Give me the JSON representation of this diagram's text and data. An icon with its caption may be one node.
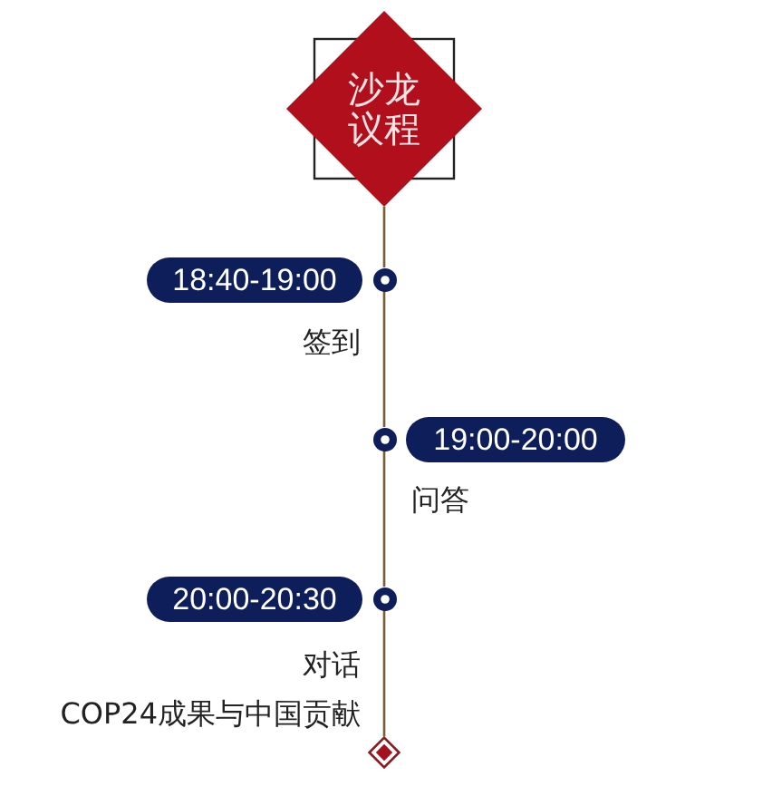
{
  "diagram": {
    "nodes": [
      {
        "text": [
          "沙龙议程"
        ]
      },
      {
        "text": [
          "18:40-19:00"
        ],
        "beside": [
          "签到"
        ]
      },
      {
        "text": [],
        "shape": "circle"
      },
      {
        "text": [],
        "shape": "circle"
      },
      {
        "text": [
          "19:00-20:00"
        ],
        "beside": [
          "问答"
        ]
      },
      {
        "text": [
          "20:00-20:30"
        ],
        "beside": [
          "对话",
          "COP24成果与中国贡献"
        ]
      },
      {
        "text": [],
        "shape": "circle"
      },
      {
        "text": [],
        "shape": "diamond"
      }
    ],
    "edges": [
      {
        "from": 0,
        "to": 2,
        "arrow": "none"
      },
      {
        "from": 2,
        "to": 3,
        "arrow": "none"
      },
      {
        "from": 3,
        "to": 6,
        "arrow": "none"
      },
      {
        "from": 6,
        "to": 7,
        "arrow": "none"
      }
    ]
  }
}
